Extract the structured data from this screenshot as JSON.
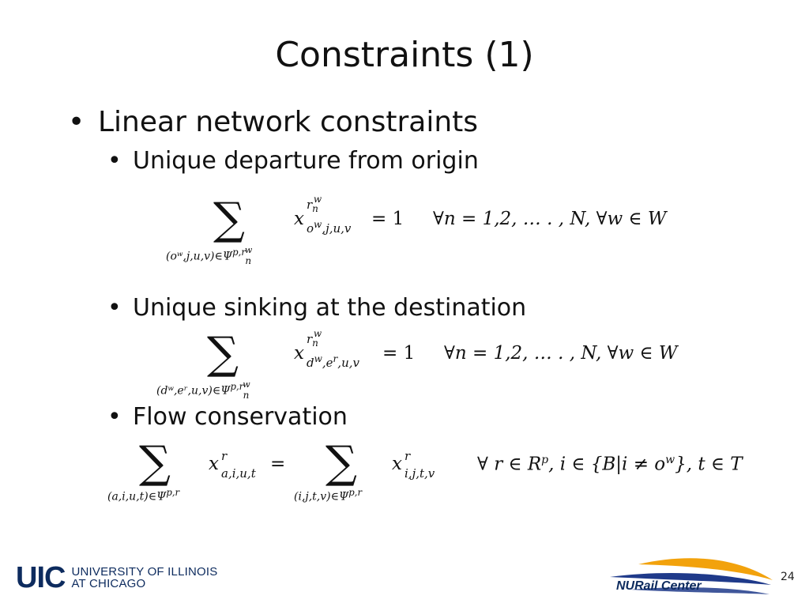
{
  "slide": {
    "title": "Constraints (1)",
    "bullet_l1": "Linear network constraints",
    "bullet_l2": [
      "Unique departure from origin",
      "Unique sinking at the destination",
      "Flow conservation"
    ],
    "bullet_glyph": "•"
  },
  "equations": {
    "departure": {
      "sum_symbol": "∑",
      "sum_index": "(oʷ,j,u,v)∈Ψ",
      "sum_index_sup": "p,r",
      "sum_index_sup2": "n",
      "sum_index_sup2_w": "w",
      "var": "x",
      "var_sup": "r",
      "var_sup_n": "n",
      "var_sup_w": "w",
      "var_sub": "o",
      "var_sub_w": "w",
      "var_sub_rest": ",j,u,v",
      "rhs": "= 1",
      "condition": "∀n = 1,2, … . , N, ∀w ∈ W"
    },
    "sinking": {
      "sum_symbol": "∑",
      "sum_index": "(dʷ,eʳ,u,v)∈Ψ",
      "sum_index_sup": "p,r",
      "sum_index_sup2": "n",
      "sum_index_sup2_w": "w",
      "var": "x",
      "var_sup": "r",
      "var_sup_n": "n",
      "var_sup_w": "w",
      "var_sub": "d",
      "var_sub_w": "w",
      "var_sub_mid": ",e",
      "var_sub_mid_r": "r",
      "var_sub_rest": ",u,v",
      "rhs": "= 1",
      "condition": "∀n = 1,2, … . , N, ∀w ∈ W"
    },
    "conservation": {
      "sum_symbol": "∑",
      "left_index": "(a,i,u,t)∈Ψ",
      "left_index_sup": "p,r",
      "left_var": "x",
      "left_var_sup": "r",
      "left_var_sub": "a,i,u,t",
      "equals": "=",
      "right_index": "(i,j,t,v)∈Ψ",
      "right_index_sup": "p,r",
      "right_var": "x",
      "right_var_sup": "r",
      "right_var_sub": "i,j,t,v",
      "condition_pre": "∀ r ∈ R",
      "condition_sup_p": "p",
      "condition_mid": ", i ∈ {B|i ≠ o",
      "condition_sup_w": "w",
      "condition_post": "}, t ∈ T"
    }
  },
  "footer": {
    "uic_mark": "UIC",
    "uic_line1": "UNIVERSITY OF ILLINOIS",
    "uic_line2": "AT CHICAGO",
    "nurail": "NURail Center",
    "page_number": "24"
  },
  "colors": {
    "uic_navy": "#0d2b5e",
    "nurail_blue": "#1f3a8a",
    "nurail_orange": "#f2a20c"
  }
}
